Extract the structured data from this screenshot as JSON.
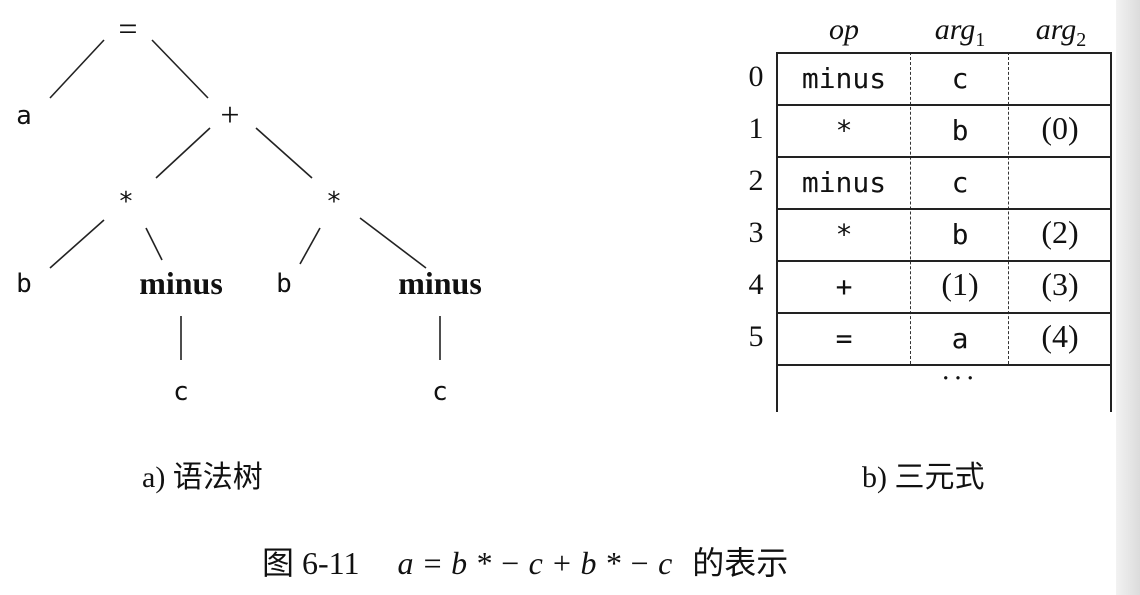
{
  "tree": {
    "nodes": [
      {
        "id": "eq",
        "label": "=",
        "font": "serif"
      },
      {
        "id": "a",
        "label": "a",
        "font": "mono"
      },
      {
        "id": "plus",
        "label": "+",
        "font": "serif"
      },
      {
        "id": "star1",
        "label": "*",
        "font": "mono"
      },
      {
        "id": "star2",
        "label": "*",
        "font": "mono"
      },
      {
        "id": "b1",
        "label": "b",
        "font": "mono"
      },
      {
        "id": "minus1",
        "label": "minus",
        "font": "bold"
      },
      {
        "id": "b2",
        "label": "b",
        "font": "mono"
      },
      {
        "id": "minus2",
        "label": "minus",
        "font": "bold"
      },
      {
        "id": "c1",
        "label": "c",
        "font": "mono"
      },
      {
        "id": "c2",
        "label": "c",
        "font": "mono"
      }
    ],
    "caption": "a) 语法树"
  },
  "triples": {
    "headers": [
      "op",
      "arg",
      "arg"
    ],
    "header_subscripts": [
      "",
      "1",
      "2"
    ],
    "rows": [
      {
        "index": "0",
        "op": "minus",
        "arg1": "c",
        "arg2": ""
      },
      {
        "index": "1",
        "op": "*",
        "arg1": "b",
        "arg2": "(0)"
      },
      {
        "index": "2",
        "op": "minus",
        "arg1": "c",
        "arg2": ""
      },
      {
        "index": "3",
        "op": "*",
        "arg1": "b",
        "arg2": "(2)"
      },
      {
        "index": "4",
        "op": "+",
        "arg1": "(1)",
        "arg2": "(3)"
      },
      {
        "index": "5",
        "op": "=",
        "arg1": "a",
        "arg2": "(4)"
      }
    ],
    "ellipsis": "···",
    "caption": "b) 三元式"
  },
  "figure_caption": {
    "number": "图 6-11",
    "formula": "a = b * − c + b * − c",
    "suffix": "的表示"
  }
}
